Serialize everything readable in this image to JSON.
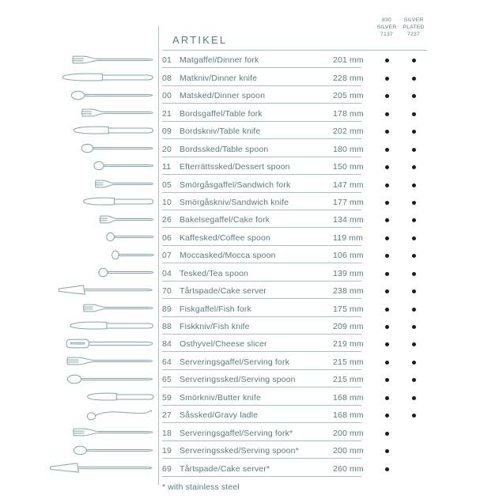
{
  "colors": {
    "text": "#5b7a7e",
    "line": "#a9c0c2",
    "dot": "#1c1c1c",
    "draw": "#84a3a7",
    "background": "#ffffff"
  },
  "header": {
    "title": "ARTIKEL",
    "col830": [
      "830",
      "SILVER",
      "7137"
    ],
    "colPlated": [
      "SILVER",
      "PLATED",
      "7237"
    ]
  },
  "footnote": "* with stainless steel",
  "items": [
    {
      "code": "01",
      "name": "Matgaffel/Dinner fork",
      "length": "201 mm",
      "length_mm": 201,
      "icon": "fork-icon",
      "silver_830": true,
      "silver_plated": true
    },
    {
      "code": "08",
      "name": "Matkniv/Dinner knife",
      "length": "228 mm",
      "length_mm": 228,
      "icon": "knife-icon",
      "silver_830": true,
      "silver_plated": true
    },
    {
      "code": "00",
      "name": "Matsked/Dinner spoon",
      "length": "205 mm",
      "length_mm": 205,
      "icon": "spoon-icon",
      "silver_830": true,
      "silver_plated": true
    },
    {
      "code": "21",
      "name": "Bordsgaffel/Table fork",
      "length": "178 mm",
      "length_mm": 178,
      "icon": "fork-icon",
      "silver_830": true,
      "silver_plated": true
    },
    {
      "code": "09",
      "name": "Bordskniv/Table knife",
      "length": "202 mm",
      "length_mm": 202,
      "icon": "knife-icon",
      "silver_830": true,
      "silver_plated": true
    },
    {
      "code": "20",
      "name": "Bordssked/Table spoon",
      "length": "180 mm",
      "length_mm": 180,
      "icon": "spoon-icon",
      "silver_830": true,
      "silver_plated": true
    },
    {
      "code": "11",
      "name": "Efterrättssked/Dessert spoon",
      "length": "150 mm",
      "length_mm": 150,
      "icon": "spoon-icon",
      "silver_830": true,
      "silver_plated": true
    },
    {
      "code": "05",
      "name": "Smörgåsgaffel/Sandwich fork",
      "length": "147 mm",
      "length_mm": 147,
      "icon": "fork-icon",
      "silver_830": true,
      "silver_plated": true
    },
    {
      "code": "10",
      "name": "Smörgåskniv/Sandwich knife",
      "length": "177 mm",
      "length_mm": 177,
      "icon": "knife-icon",
      "silver_830": true,
      "silver_plated": true
    },
    {
      "code": "26",
      "name": "Bakelsegaffel/Cake fork",
      "length": "134 mm",
      "length_mm": 134,
      "icon": "fork-icon",
      "silver_830": true,
      "silver_plated": true
    },
    {
      "code": "06",
      "name": "Kaffesked/Coffee spoon",
      "length": "119 mm",
      "length_mm": 119,
      "icon": "spoon-icon",
      "silver_830": true,
      "silver_plated": true
    },
    {
      "code": "07",
      "name": "Moccasked/Mocca spoon",
      "length": "106 mm",
      "length_mm": 106,
      "icon": "spoon-icon",
      "silver_830": true,
      "silver_plated": true
    },
    {
      "code": "04",
      "name": "Tesked/Tea spoon",
      "length": "139 mm",
      "length_mm": 139,
      "icon": "spoon-icon",
      "silver_830": true,
      "silver_plated": true
    },
    {
      "code": "70",
      "name": "Tårtspade/Cake server",
      "length": "238 mm",
      "length_mm": 238,
      "icon": "cake-server-icon",
      "silver_830": true,
      "silver_plated": true
    },
    {
      "code": "89",
      "name": "Fiskgaffel/Fish fork",
      "length": "175 mm",
      "length_mm": 175,
      "icon": "fork-icon",
      "silver_830": true,
      "silver_plated": true
    },
    {
      "code": "88",
      "name": "Fiskkniv/Fish knife",
      "length": "209 mm",
      "length_mm": 209,
      "icon": "knife-icon",
      "silver_830": true,
      "silver_plated": true
    },
    {
      "code": "84",
      "name": "Osthyvel/Cheese slicer",
      "length": "219 mm",
      "length_mm": 219,
      "icon": "cheese-slicer-icon",
      "silver_830": true,
      "silver_plated": true
    },
    {
      "code": "64",
      "name": "Serveringsgaffel/Serving fork",
      "length": "215 mm",
      "length_mm": 215,
      "icon": "fork-icon",
      "silver_830": true,
      "silver_plated": true
    },
    {
      "code": "65",
      "name": "Serveringssked/Serving spoon",
      "length": "215 mm",
      "length_mm": 215,
      "icon": "spoon-icon",
      "silver_830": true,
      "silver_plated": true
    },
    {
      "code": "59",
      "name": "Smörkniv/Butter knife",
      "length": "168 mm",
      "length_mm": 168,
      "icon": "knife-icon",
      "silver_830": true,
      "silver_plated": true
    },
    {
      "code": "27",
      "name": "Såssked/Gravy ladle",
      "length": "168 mm",
      "length_mm": 168,
      "icon": "gravy-ladle-icon",
      "silver_830": true,
      "silver_plated": true
    },
    {
      "code": "18",
      "name": "Serveringsgaffel/Serving fork*",
      "length": "200 mm",
      "length_mm": 200,
      "icon": "fork-icon",
      "silver_830": true,
      "silver_plated": false
    },
    {
      "code": "19",
      "name": "Serveringssked/Serving spoon*",
      "length": "200 mm",
      "length_mm": 200,
      "icon": "spoon-icon",
      "silver_830": true,
      "silver_plated": false
    },
    {
      "code": "69",
      "name": "Tårtspade/Cake server*",
      "length": "260 mm",
      "length_mm": 260,
      "icon": "cake-server-icon",
      "silver_830": true,
      "silver_plated": false
    }
  ]
}
